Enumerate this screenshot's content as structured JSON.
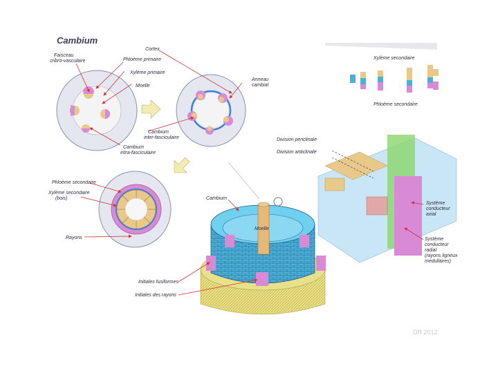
{
  "title": "Cambium",
  "labels": {
    "cortex": "Cortex",
    "faisceau": "Faisceau\ncribro-vasculaire",
    "phloeme_primaire": "Phloème primaire",
    "xyleme_primaire": "Xylème primaire",
    "moelle": "Moelle",
    "anneau_cambial": "Anneau\ncambial",
    "cambium_inter": "Cambium\ninter-fasciculaire",
    "cambium_intra": "Cambium\nintra-fasciculaire",
    "phloeme_secondaire_mid": "Phloème secondaire",
    "xyleme_secondaire_mid": "Xylème secondaire\n(bois)",
    "rayons": "Rayons",
    "cambium_3d": "Cambium",
    "moelle_3d": "Moelle",
    "initiales_fusiformes": "Initiales fusiformes",
    "initiales_rayons": "Initiales des rayons",
    "xyleme_secondaire_right": "Xylème secondaire",
    "phloeme_secondaire_right": "Phloème secondaire",
    "division_periclinale": "Division periclinale",
    "division_anticlinale": "Division anticlinale",
    "systeme_axial": "Système\nconducteur\naxial",
    "systeme_radial": "Système\nconducteur\nradial\n(rayons ligneux\nmédullaires)"
  },
  "credit": "DR 2012",
  "colors": {
    "xylem": "#e8c98a",
    "phloem": "#d98ad6",
    "cambium": "#3f7fd0",
    "cortex": "#dfe4f0",
    "arrow": "#d63030",
    "ray_blue": "#6fd0ef",
    "axial_green": "#8bd66b"
  }
}
